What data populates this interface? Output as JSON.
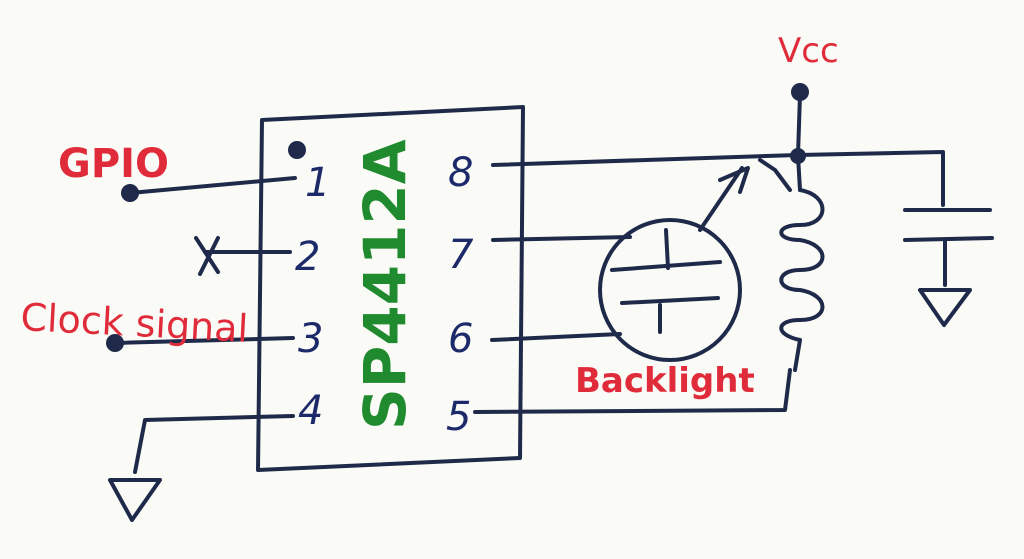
{
  "chip": {
    "name": "SP4412A"
  },
  "pins": [
    "1",
    "2",
    "3",
    "4",
    "5",
    "6",
    "7",
    "8"
  ],
  "labels": {
    "gpio": "GPIO",
    "clock": "Clock signal",
    "vcc": "Vcc",
    "backlight": "Backlight",
    "nc_mark": "X"
  },
  "colors": {
    "ink": "#1f2a4a",
    "pin_numbers": "#1c2a6a",
    "labels": "#e02c3a",
    "chip_name": "#1f8a2e"
  }
}
